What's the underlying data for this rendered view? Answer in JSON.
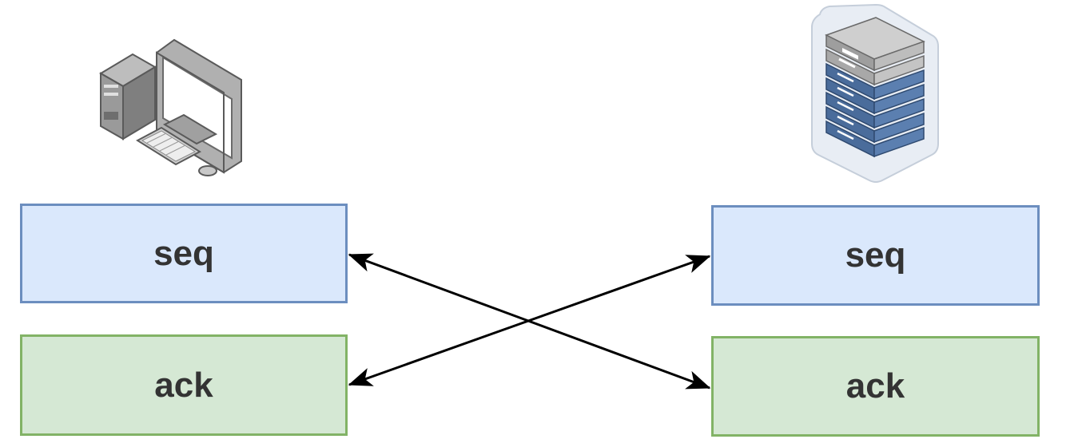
{
  "client": {
    "icon": "desktop-computer-icon",
    "seq_label": "seq",
    "ack_label": "ack"
  },
  "server": {
    "icon": "server-rack-icon",
    "seq_label": "seq",
    "ack_label": "ack"
  },
  "colors": {
    "seq_fill": "#dae8fc",
    "seq_border": "#6c8ebf",
    "ack_fill": "#d5e8d4",
    "ack_border": "#82b366",
    "arrow": "#000000"
  },
  "connections": [
    {
      "from": "client-seq",
      "to": "server-ack",
      "direction": "both"
    },
    {
      "from": "client-ack",
      "to": "server-seq",
      "direction": "both"
    }
  ]
}
